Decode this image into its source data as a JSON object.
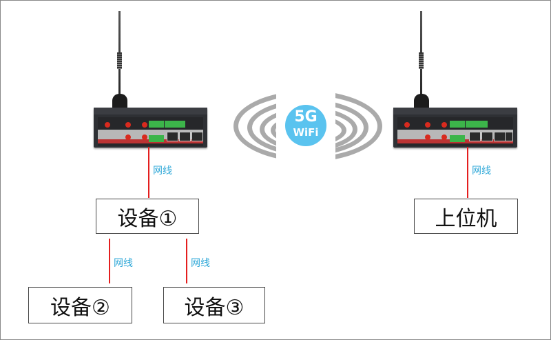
{
  "wifi_badge": {
    "line1": "5G",
    "line2": "WiFi",
    "color": "#5ac3ef"
  },
  "cable_label": "网线",
  "devices": {
    "device1": "设备①",
    "device2": "设备②",
    "device3": "设备③",
    "host": "上位机"
  },
  "colors": {
    "cable": "#e41e1e",
    "label": "#2fa8d8"
  }
}
